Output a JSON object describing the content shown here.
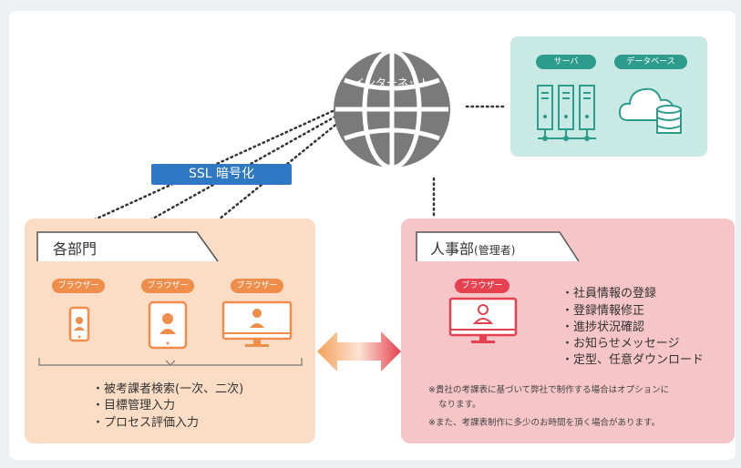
{
  "internet": {
    "label": "インターネット"
  },
  "server_box": {
    "server_label": "サーバ",
    "database_label": "データベース"
  },
  "ssl": {
    "label": "SSL 暗号化"
  },
  "departments": {
    "title": "各部門",
    "browser_label": "ブラウザー",
    "features": [
      "・被考課者検索(一次、二次)",
      "・目標管理入力",
      "・プロセス評価入力"
    ]
  },
  "hr": {
    "title": "人事部",
    "title_suffix": "(管理者)",
    "browser_label": "ブラウザー",
    "features": [
      "・社員情報の登録",
      "・登録情報修正",
      "・進捗状況確認",
      "・お知らせメッセージ",
      "・定型、任意ダウンロード"
    ],
    "notes": [
      "※貴社の考課表に基づいて弊社で制作する場合はオプションに",
      "なります。",
      "※また、考課表制作に多少のお時間を頂く場合があります。"
    ]
  },
  "colors": {
    "teal": "#c9e9e4",
    "peach": "#fbdcc4",
    "pink": "#f5c5c8",
    "orange": "#ef8d4b",
    "red": "#e5414f",
    "blue": "#2f78c4",
    "globe": "#7a7a7a"
  }
}
